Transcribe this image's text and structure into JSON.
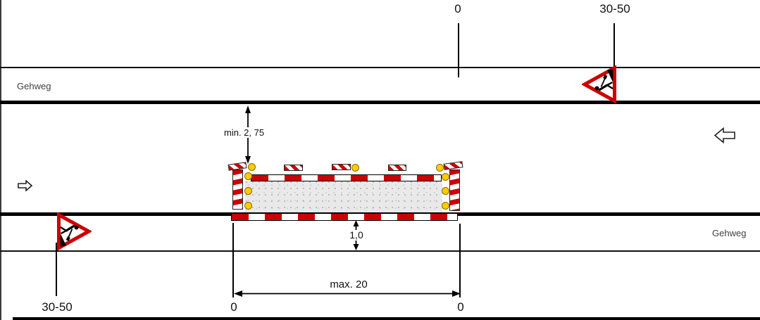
{
  "labels": {
    "gehweg_top": "Gehweg",
    "gehweg_bottom": "Gehweg",
    "station_zero_top": "0",
    "station_advance_top": "30-50",
    "station_advance_bottom": "30-50",
    "station_zero_bottom_left": "0",
    "station_zero_bottom_right": "0"
  },
  "dimensions": {
    "min_lane_width": "min. 2, 75",
    "barrier_offset": "1,0",
    "max_work_length": "max. 20"
  },
  "colors": {
    "barrier_red": "#cc0000",
    "lamp_yellow": "#ffcc00",
    "line_black": "#000000",
    "sidewalk_text_gray": "#3f3f3f",
    "work_area_gray": "#e9e9e9"
  },
  "icons": {
    "roadworks_sign": "red-triangle-with-digging-worker",
    "direction_arrow_left": "outline-block-arrow-left",
    "direction_arrow_right": "outline-block-arrow-right",
    "warning_lamp": "yellow-circle-lamp",
    "barrier_board": "red-white-striped-board"
  }
}
